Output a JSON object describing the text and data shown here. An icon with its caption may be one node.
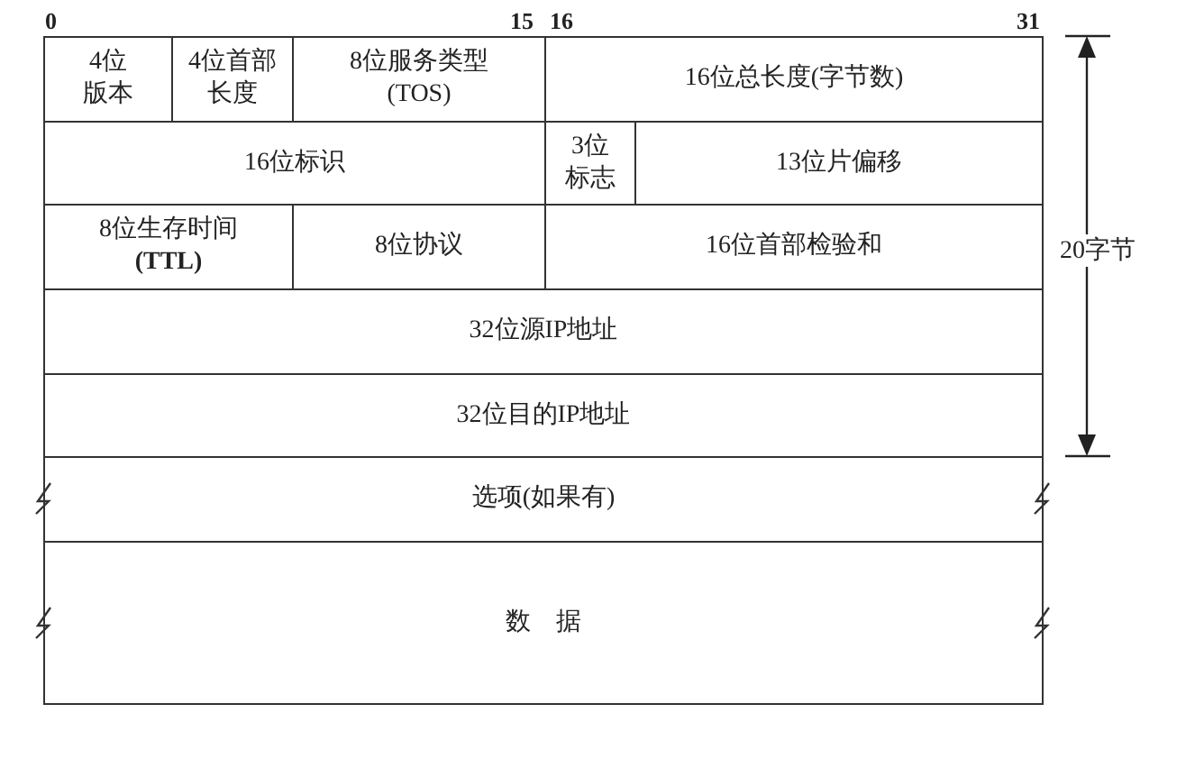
{
  "diagram": {
    "nodes": [
      {
        "text": [
          "4位版本"
        ]
      },
      {
        "text": [
          "4位首部长度"
        ]
      },
      {
        "text": [
          "8位服务类型(TOS)"
        ]
      },
      {
        "text": [
          "16位总长度(字节数)"
        ]
      },
      {
        "text": [
          "16位标识"
        ]
      },
      {
        "text": [
          "3位标志"
        ]
      },
      {
        "text": [
          "13位片偏移"
        ]
      },
      {
        "text": [
          "8位生存时间**(TTL)**"
        ]
      },
      {
        "text": [
          "8位协议"
        ]
      },
      {
        "text": [
          "16位首部检验和"
        ]
      },
      {
        "text": [
          "32位源IP地址"
        ]
      },
      {
        "text": [
          "32位目的IP地址"
        ]
      },
      {
        "text": [
          "选项(如果有)"
        ]
      },
      {
        "text": [
          "数　据"
        ]
      }
    ],
    "labels": [
      "0",
      "15",
      "16",
      "31",
      "20字节"
    ]
  }
}
